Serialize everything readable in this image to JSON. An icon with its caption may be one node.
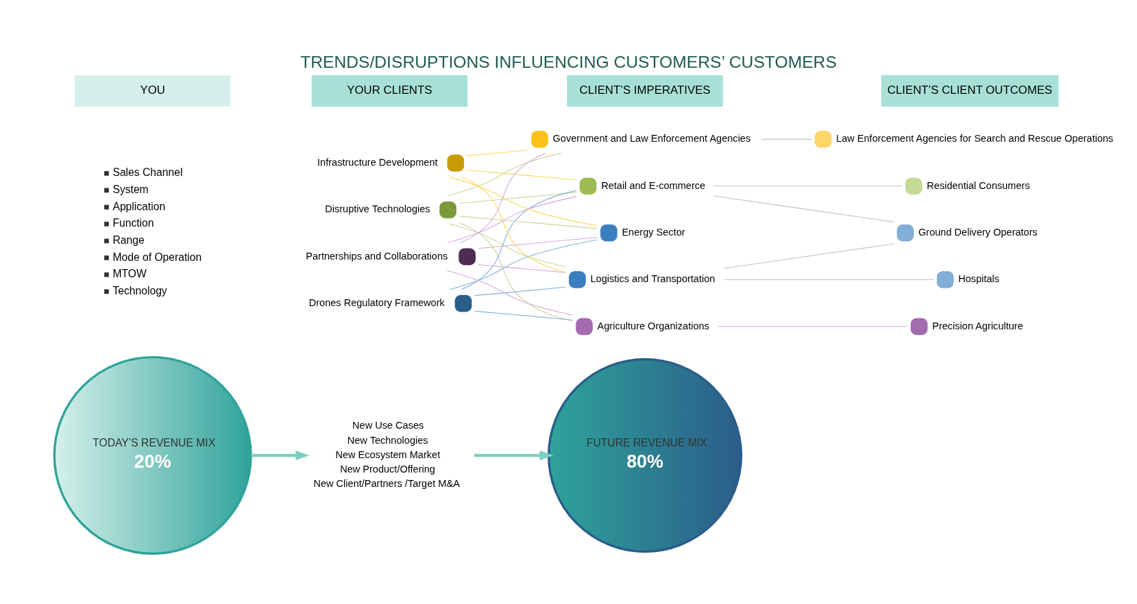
{
  "diagram": {
    "title": "TRENDS/DISRUPTIONS INFLUENCING CUSTOMERS’ CUSTOMERS",
    "nodes": [
      {
        "text": [
          "YOU"
        ]
      },
      {
        "text": [
          "YOUR CLIENTS"
        ]
      },
      {
        "text": [
          "CLIENT’S IMPERATIVES"
        ]
      },
      {
        "text": [
          "CLIENT’S CLIENT OUTCOMES"
        ]
      },
      {
        "text": [
          "TODAY’S REVENUE MIX",
          "20%"
        ]
      },
      {
        "text": [
          "New Use Cases",
          "New Technologies",
          "New Ecosystem Market",
          "New Product/Offering",
          "New Client/Partners /Target M&A"
        ]
      },
      {
        "text": [
          "FUTURE REVENUE MIX",
          "80%"
        ]
      },
      {
        "text": [
          "Retail and E-commerce"
        ]
      },
      {
        "text": [
          "Residential Consumers"
        ]
      },
      {
        "text": [
          "Disruptive Technologies"
        ]
      },
      {
        "text": [
          "Logistics and Transportation"
        ]
      },
      {
        "text": [
          "Ground Delivery Operators"
        ]
      },
      {
        "text": [
          "Drones Regulatory Framework"
        ]
      },
      {
        "text": [
          "Hospitals"
        ]
      },
      {
        "text": [
          "Energy Sector"
        ]
      },
      {
        "text": [
          "Infrastructure Development"
        ]
      },
      {
        "text": [
          "Government and Law Enforcement Agencies"
        ]
      },
      {
        "text": [
          "Law Enforcement Agencies for Search and Rescue Operations"
        ]
      },
      {
        "text": [
          "Partnerships and Collaborations"
        ]
      },
      {
        "text": [
          "Agriculture Organizations"
        ]
      },
      {
        "text": [
          "Precision Agriculture"
        ]
      }
    ],
    "edges": [
      {
        "from": 4,
        "to": 5,
        "arrow": "to",
        "style": "thick",
        "color": "#7fcfc0"
      },
      {
        "from": 5,
        "to": 6,
        "arrow": "to",
        "style": "thick",
        "color": "#7fcfc0"
      },
      {
        "from": 9,
        "to": 7,
        "arrow": "none",
        "color": "#c8d89a"
      },
      {
        "from": 9,
        "to": 10,
        "arrow": "none",
        "color": "#c8d89a"
      },
      {
        "from": 9,
        "to": 14,
        "arrow": "none",
        "color": "#c8d89a"
      },
      {
        "from": 9,
        "to": 16,
        "arrow": "none",
        "color": "#c8d89a"
      },
      {
        "from": 9,
        "to": 19,
        "arrow": "none",
        "color": "#c8d89a"
      },
      {
        "from": 12,
        "to": 7,
        "arrow": "none",
        "color": "#7fb0dc"
      },
      {
        "from": 12,
        "to": 10,
        "arrow": "none",
        "color": "#7fb0dc"
      },
      {
        "from": 12,
        "to": 14,
        "arrow": "none",
        "color": "#7fb0dc"
      },
      {
        "from": 12,
        "to": 19,
        "arrow": "none",
        "color": "#7fb0dc"
      },
      {
        "from": 15,
        "to": 7,
        "arrow": "none",
        "color": "#ffd65c"
      },
      {
        "from": 15,
        "to": 10,
        "arrow": "none",
        "color": "#ffd65c"
      },
      {
        "from": 15,
        "to": 14,
        "arrow": "none",
        "color": "#ffd65c"
      },
      {
        "from": 15,
        "to": 16,
        "arrow": "none",
        "color": "#ffd65c"
      },
      {
        "from": 18,
        "to": 7,
        "arrow": "none",
        "color": "#d2a8dc"
      },
      {
        "from": 18,
        "to": 10,
        "arrow": "none",
        "color": "#d2a8dc"
      },
      {
        "from": 18,
        "to": 14,
        "arrow": "none",
        "color": "#d2a8dc"
      },
      {
        "from": 18,
        "to": 16,
        "arrow": "none",
        "color": "#d2a8dc"
      },
      {
        "from": 18,
        "to": 19,
        "arrow": "none",
        "color": "#d2a8dc"
      },
      {
        "from": 7,
        "to": 8,
        "arrow": "none",
        "color": "#c0c0c0"
      },
      {
        "from": 7,
        "to": 11,
        "arrow": "none",
        "color": "#c0c0c0"
      },
      {
        "from": 10,
        "to": 11,
        "arrow": "none",
        "color": "#c0c0c0"
      },
      {
        "from": 10,
        "to": 13,
        "arrow": "none",
        "color": "#c0c0c0"
      },
      {
        "from": 16,
        "to": 17,
        "arrow": "none",
        "color": "#c0c0c0"
      },
      {
        "from": 19,
        "to": 20,
        "arrow": "none",
        "color": "#d2a8dc"
      }
    ],
    "labels": [
      "Sales Channel",
      "System",
      "Application",
      "Function",
      "Range",
      "Mode of Operation",
      "MTOW",
      "Technology"
    ]
  }
}
